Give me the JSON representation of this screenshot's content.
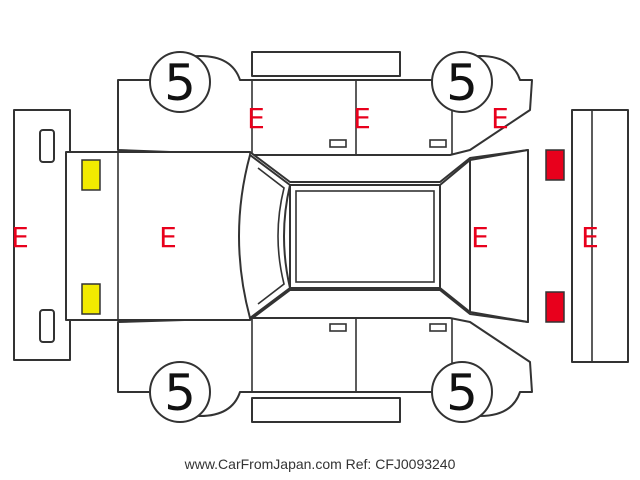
{
  "wheels": {
    "front_left": "5",
    "front_right": "5",
    "rear_left": "5",
    "rear_right": "5"
  },
  "codes": {
    "front_bumper": "E",
    "hood": "E",
    "front_door_upper": "E",
    "rear_door_upper": "E",
    "rear_fender_upper": "E",
    "tailgate": "E",
    "rear_bumper": "E"
  },
  "lamp_colors": {
    "front": "#f2ea00",
    "rear": "#e8001c"
  },
  "footer": "www.CarFromJapan.com Ref: CFJ0093240"
}
